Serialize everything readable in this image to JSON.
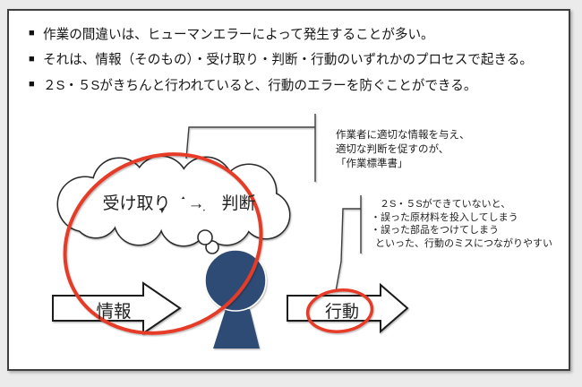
{
  "bullets": {
    "marker": "■",
    "items": [
      "作業の間違いは、ヒューマンエラーによって発生することが多い。",
      "それは、情報（そのもの）・受け取り・判断・行動のいずれかのプロセスで起きる。",
      "２S・５Sがきちんと行われていると、行動のエラーを防ぐことができる。"
    ]
  },
  "diagram": {
    "cloud_label": "受け取り　→　判断",
    "info_arrow_label": "情報",
    "action_arrow_label": "行動",
    "annotation_standard": {
      "lines": [
        "作業者に適切な情報を与え、",
        "適切な判断を促すのが、",
        "「作業標準書」"
      ]
    },
    "annotation_2s5s": {
      "lines": [
        "２S・５Sができていないと、",
        "・誤った原材料を投入してしまう",
        "・誤った部品をつけてしまう",
        "といった、行動のミスにつながりやすい"
      ]
    },
    "colors": {
      "person_navy": "#2e4b75",
      "highlight_red": "#e63b28",
      "shape_outline": "#1f1f1f"
    }
  }
}
